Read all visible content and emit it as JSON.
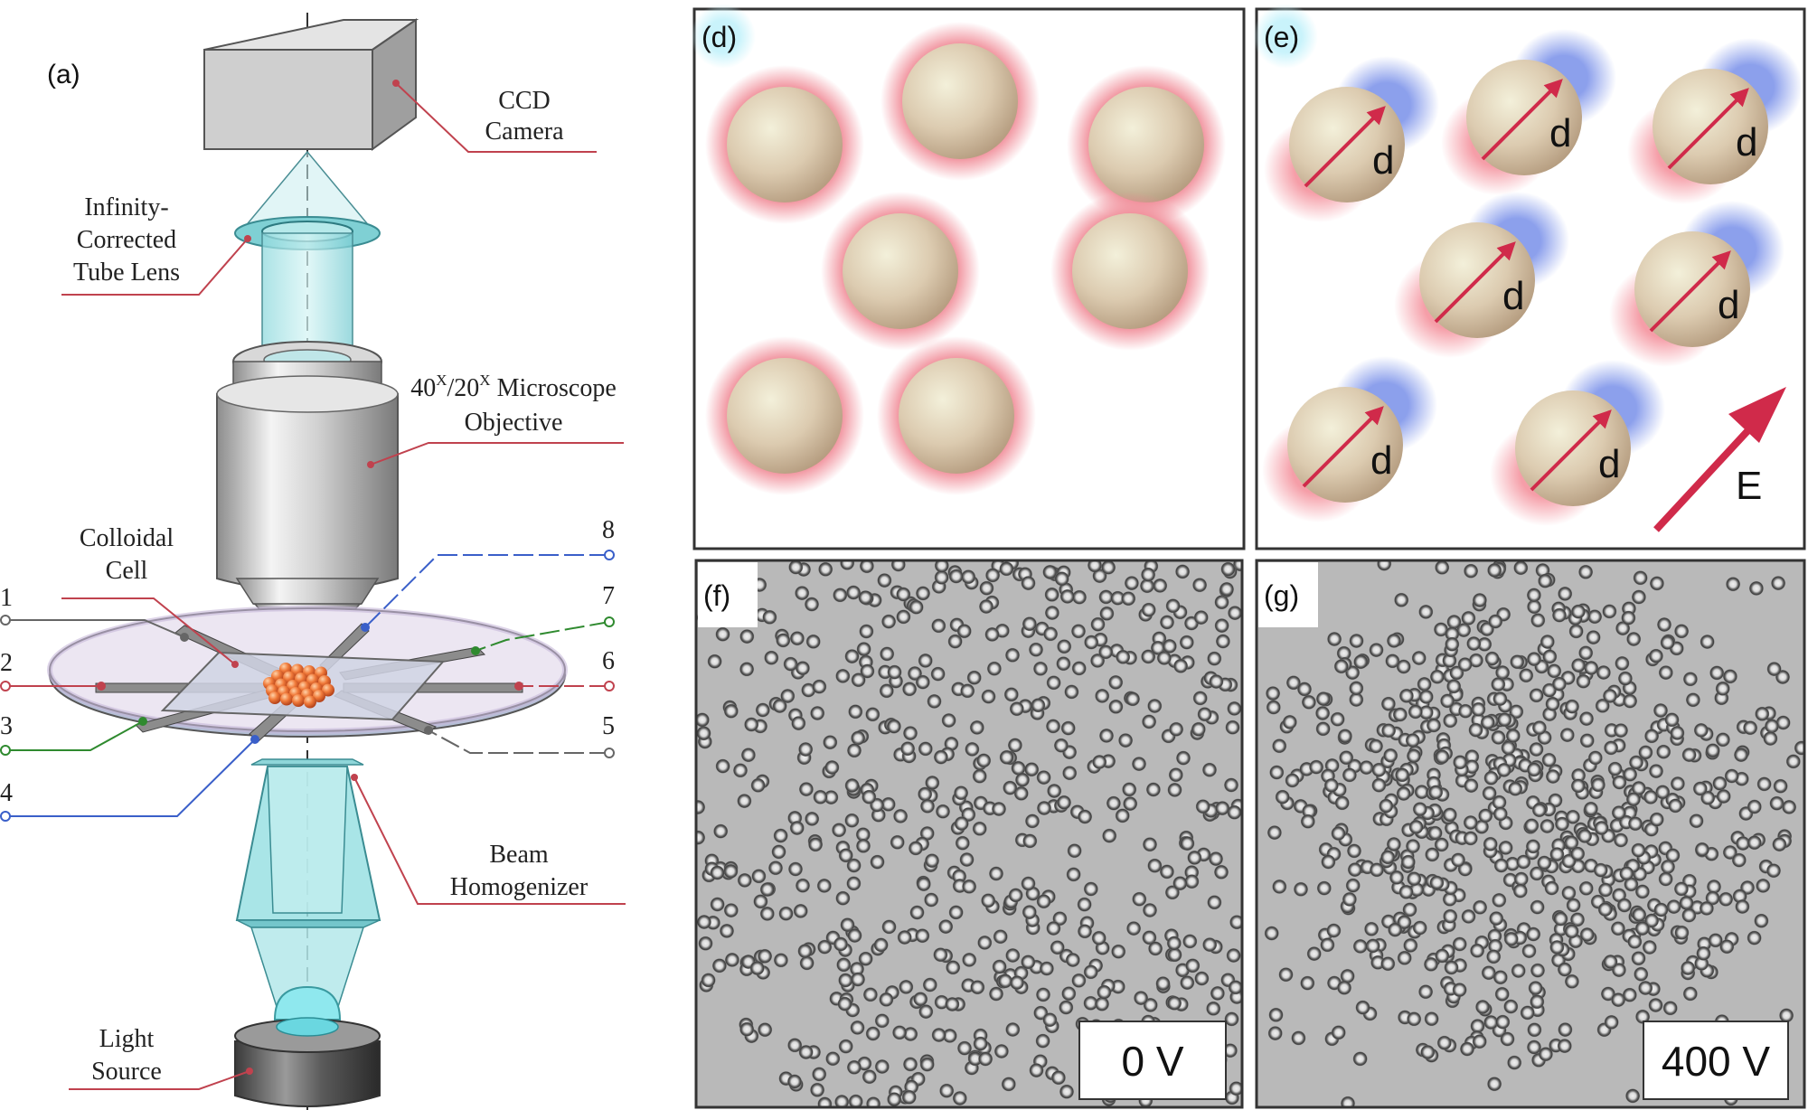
{
  "panel_a": {
    "tag": "(a)",
    "ccd_camera": [
      "CCD",
      "Camera"
    ],
    "tube_lens": [
      "Infinity-",
      "Corrected",
      "Tube Lens"
    ],
    "objective": {
      "line1_a": "40",
      "line1_sup1": "X",
      "line1_b": "/20",
      "line1_sup2": "X",
      "line1_c": " Microscope",
      "line2": "Objective"
    },
    "colloidal_cell": [
      "Colloidal",
      "Cell"
    ],
    "beam_homogenizer": [
      "Beam",
      "Homogenizer"
    ],
    "light_source": [
      "Light",
      "Source"
    ],
    "electrodes": [
      "1",
      "2",
      "3",
      "4",
      "5",
      "6",
      "7",
      "8"
    ]
  },
  "panel_d": {
    "tag": "(d)"
  },
  "panel_e": {
    "tag": "(e)",
    "dipole_label": "d",
    "field_label": "E"
  },
  "panel_f": {
    "tag": "(f)",
    "voltage": "0 V"
  },
  "panel_g": {
    "tag": "(g)",
    "voltage": "400 V"
  },
  "colors": {
    "accent_red": "#d02a4a",
    "blue_electrode": "#3a5fc9",
    "green_electrode": "#2f8a2f",
    "gray_electrode": "#666666",
    "micrograph_bg": "#b9b9b9"
  }
}
